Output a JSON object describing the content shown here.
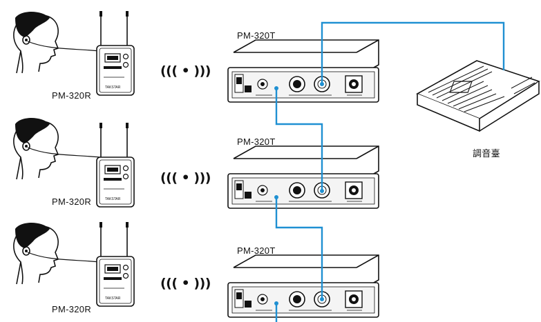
{
  "receiver_label": "PM-320R",
  "transmitter_label": "PM-320T",
  "mixer_label": "調音臺",
  "wireless_symbol": "((( • )))",
  "colors": {
    "cable": "#1f90d2",
    "line": "#111111",
    "panel_fill": "#f4f4f4"
  },
  "icons": [
    "person-head-icon",
    "bodypack-receiver-icon",
    "wireless-signal-icon",
    "rack-transmitter-icon",
    "mixing-console-icon"
  ]
}
